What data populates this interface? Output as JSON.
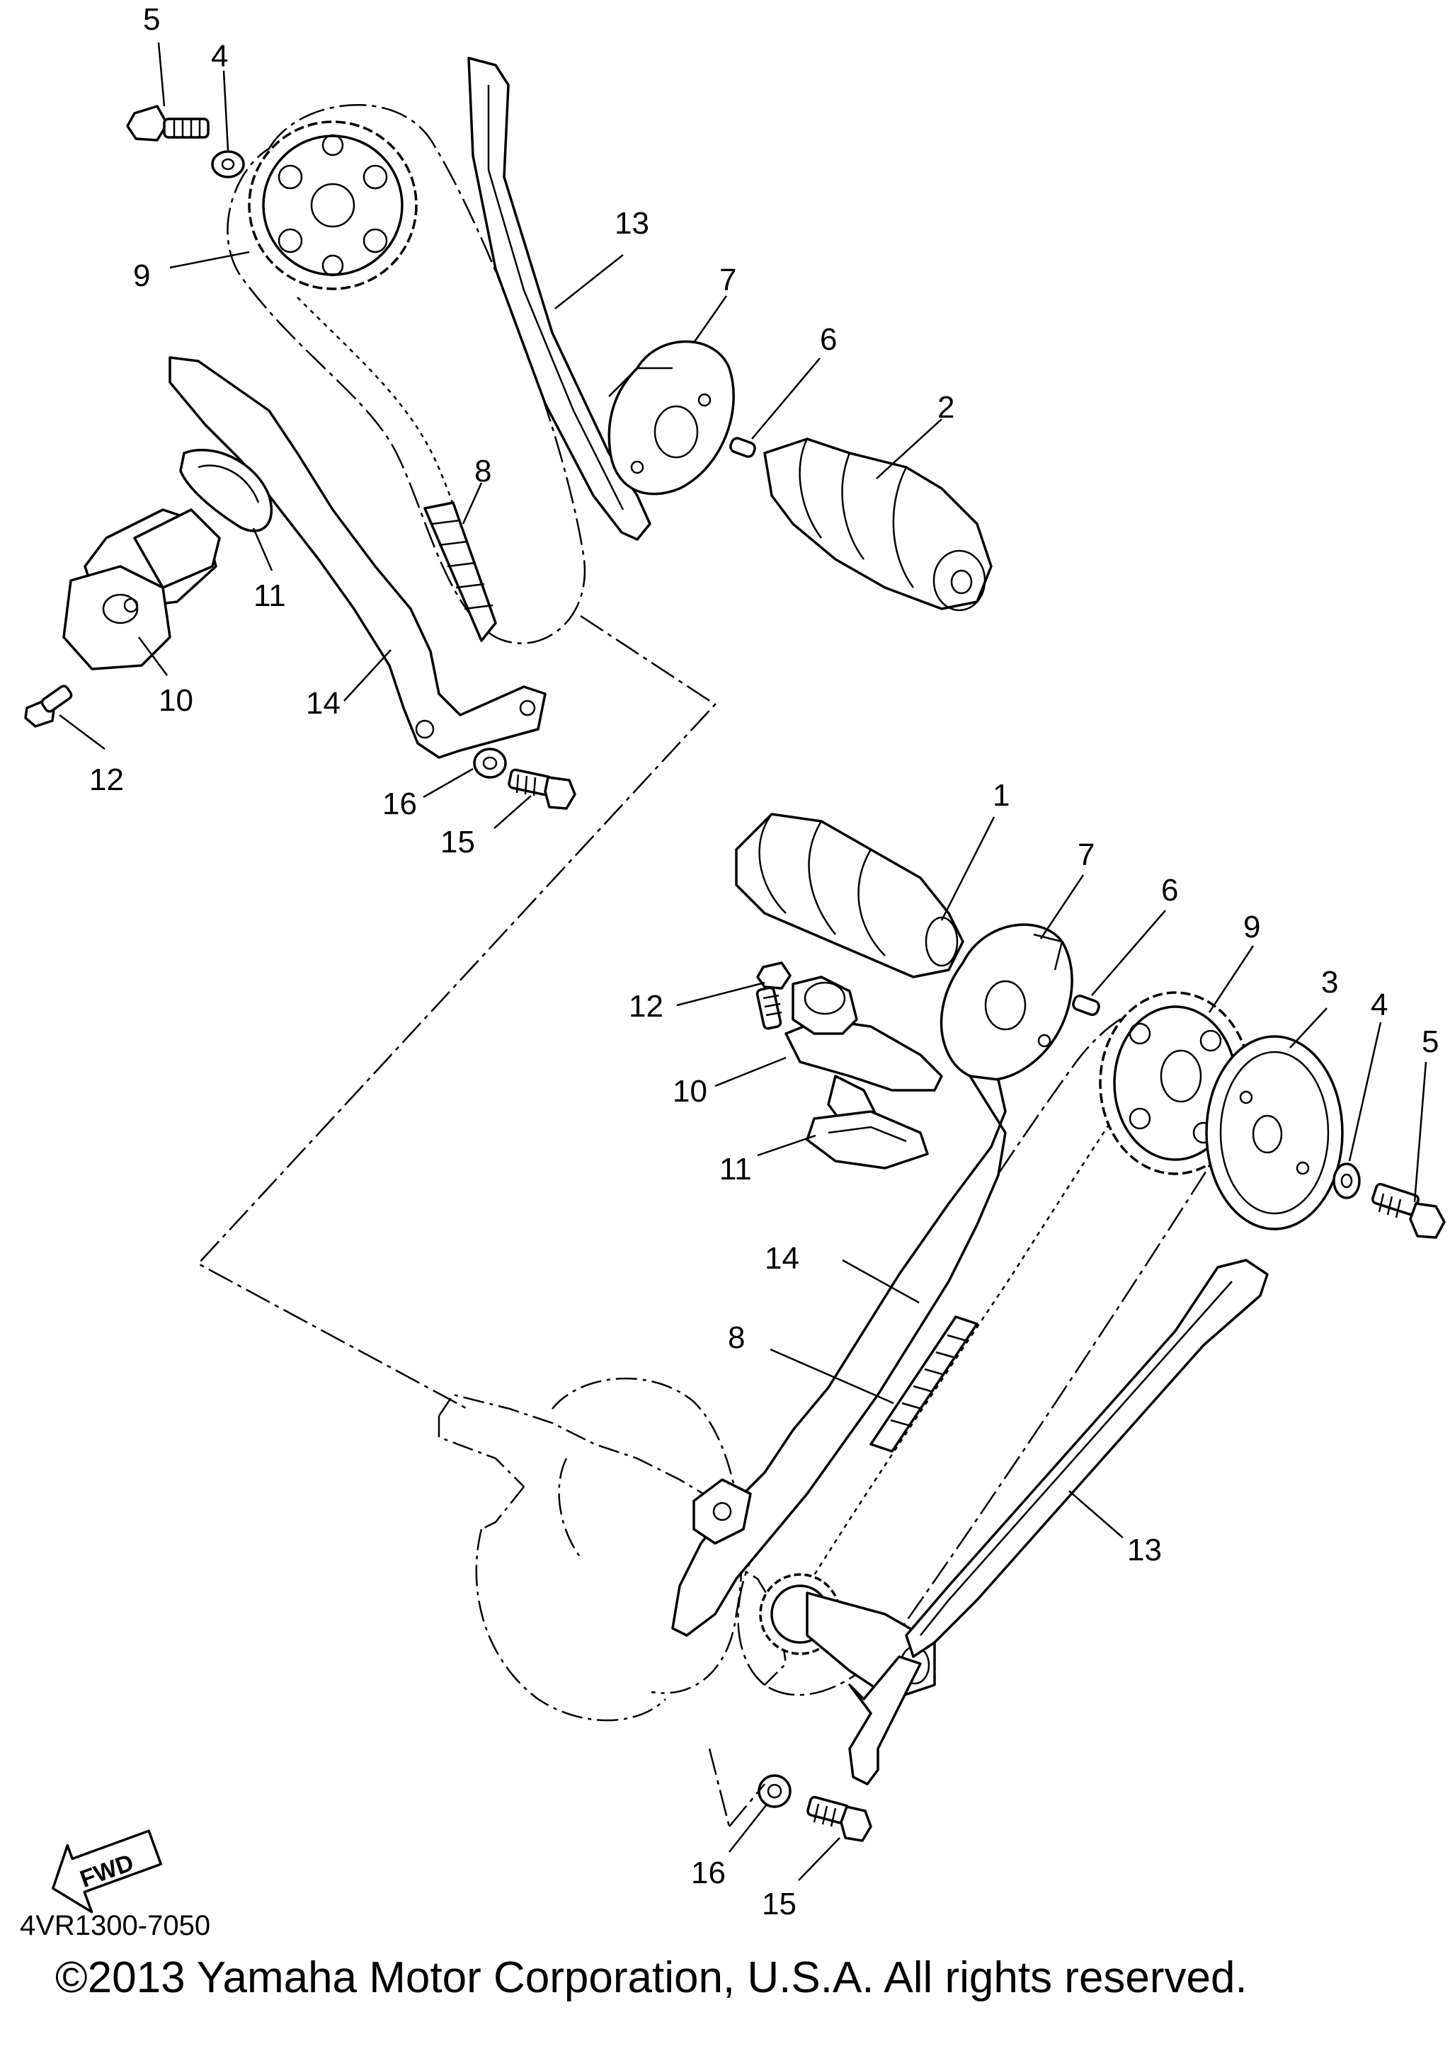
{
  "figure_code": "4VR1300-7050",
  "copyright": "©2013 Yamaha Motor Corporation, U.S.A. All rights reserved.",
  "fwd_label": "FWD",
  "callouts": {
    "upper": [
      "5",
      "4",
      "9",
      "13",
      "7",
      "6",
      "2",
      "8",
      "11",
      "10",
      "12",
      "14",
      "16",
      "15"
    ],
    "lower": [
      "1",
      "7",
      "6",
      "9",
      "3",
      "4",
      "5",
      "12",
      "10",
      "11",
      "14",
      "8",
      "13",
      "16",
      "15"
    ]
  }
}
